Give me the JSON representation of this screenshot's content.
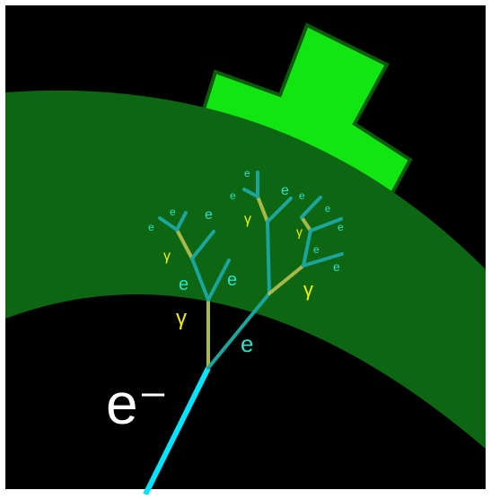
{
  "colors": {
    "background": "#000000",
    "frame": "#ffffff",
    "band": "#0d6612",
    "block_fill": "#12e612",
    "block_stroke": "#0a5a0a",
    "incoming_track": "#00e5ff",
    "electron_track": "#1ba59d",
    "photon_track": "#a8b84a",
    "electron_label": "#2fe0c8",
    "photon_label": "#f2f200",
    "primary_label": "#ffffff"
  },
  "labels": {
    "primary": "e⁻",
    "electron": "e",
    "photon": "γ"
  }
}
